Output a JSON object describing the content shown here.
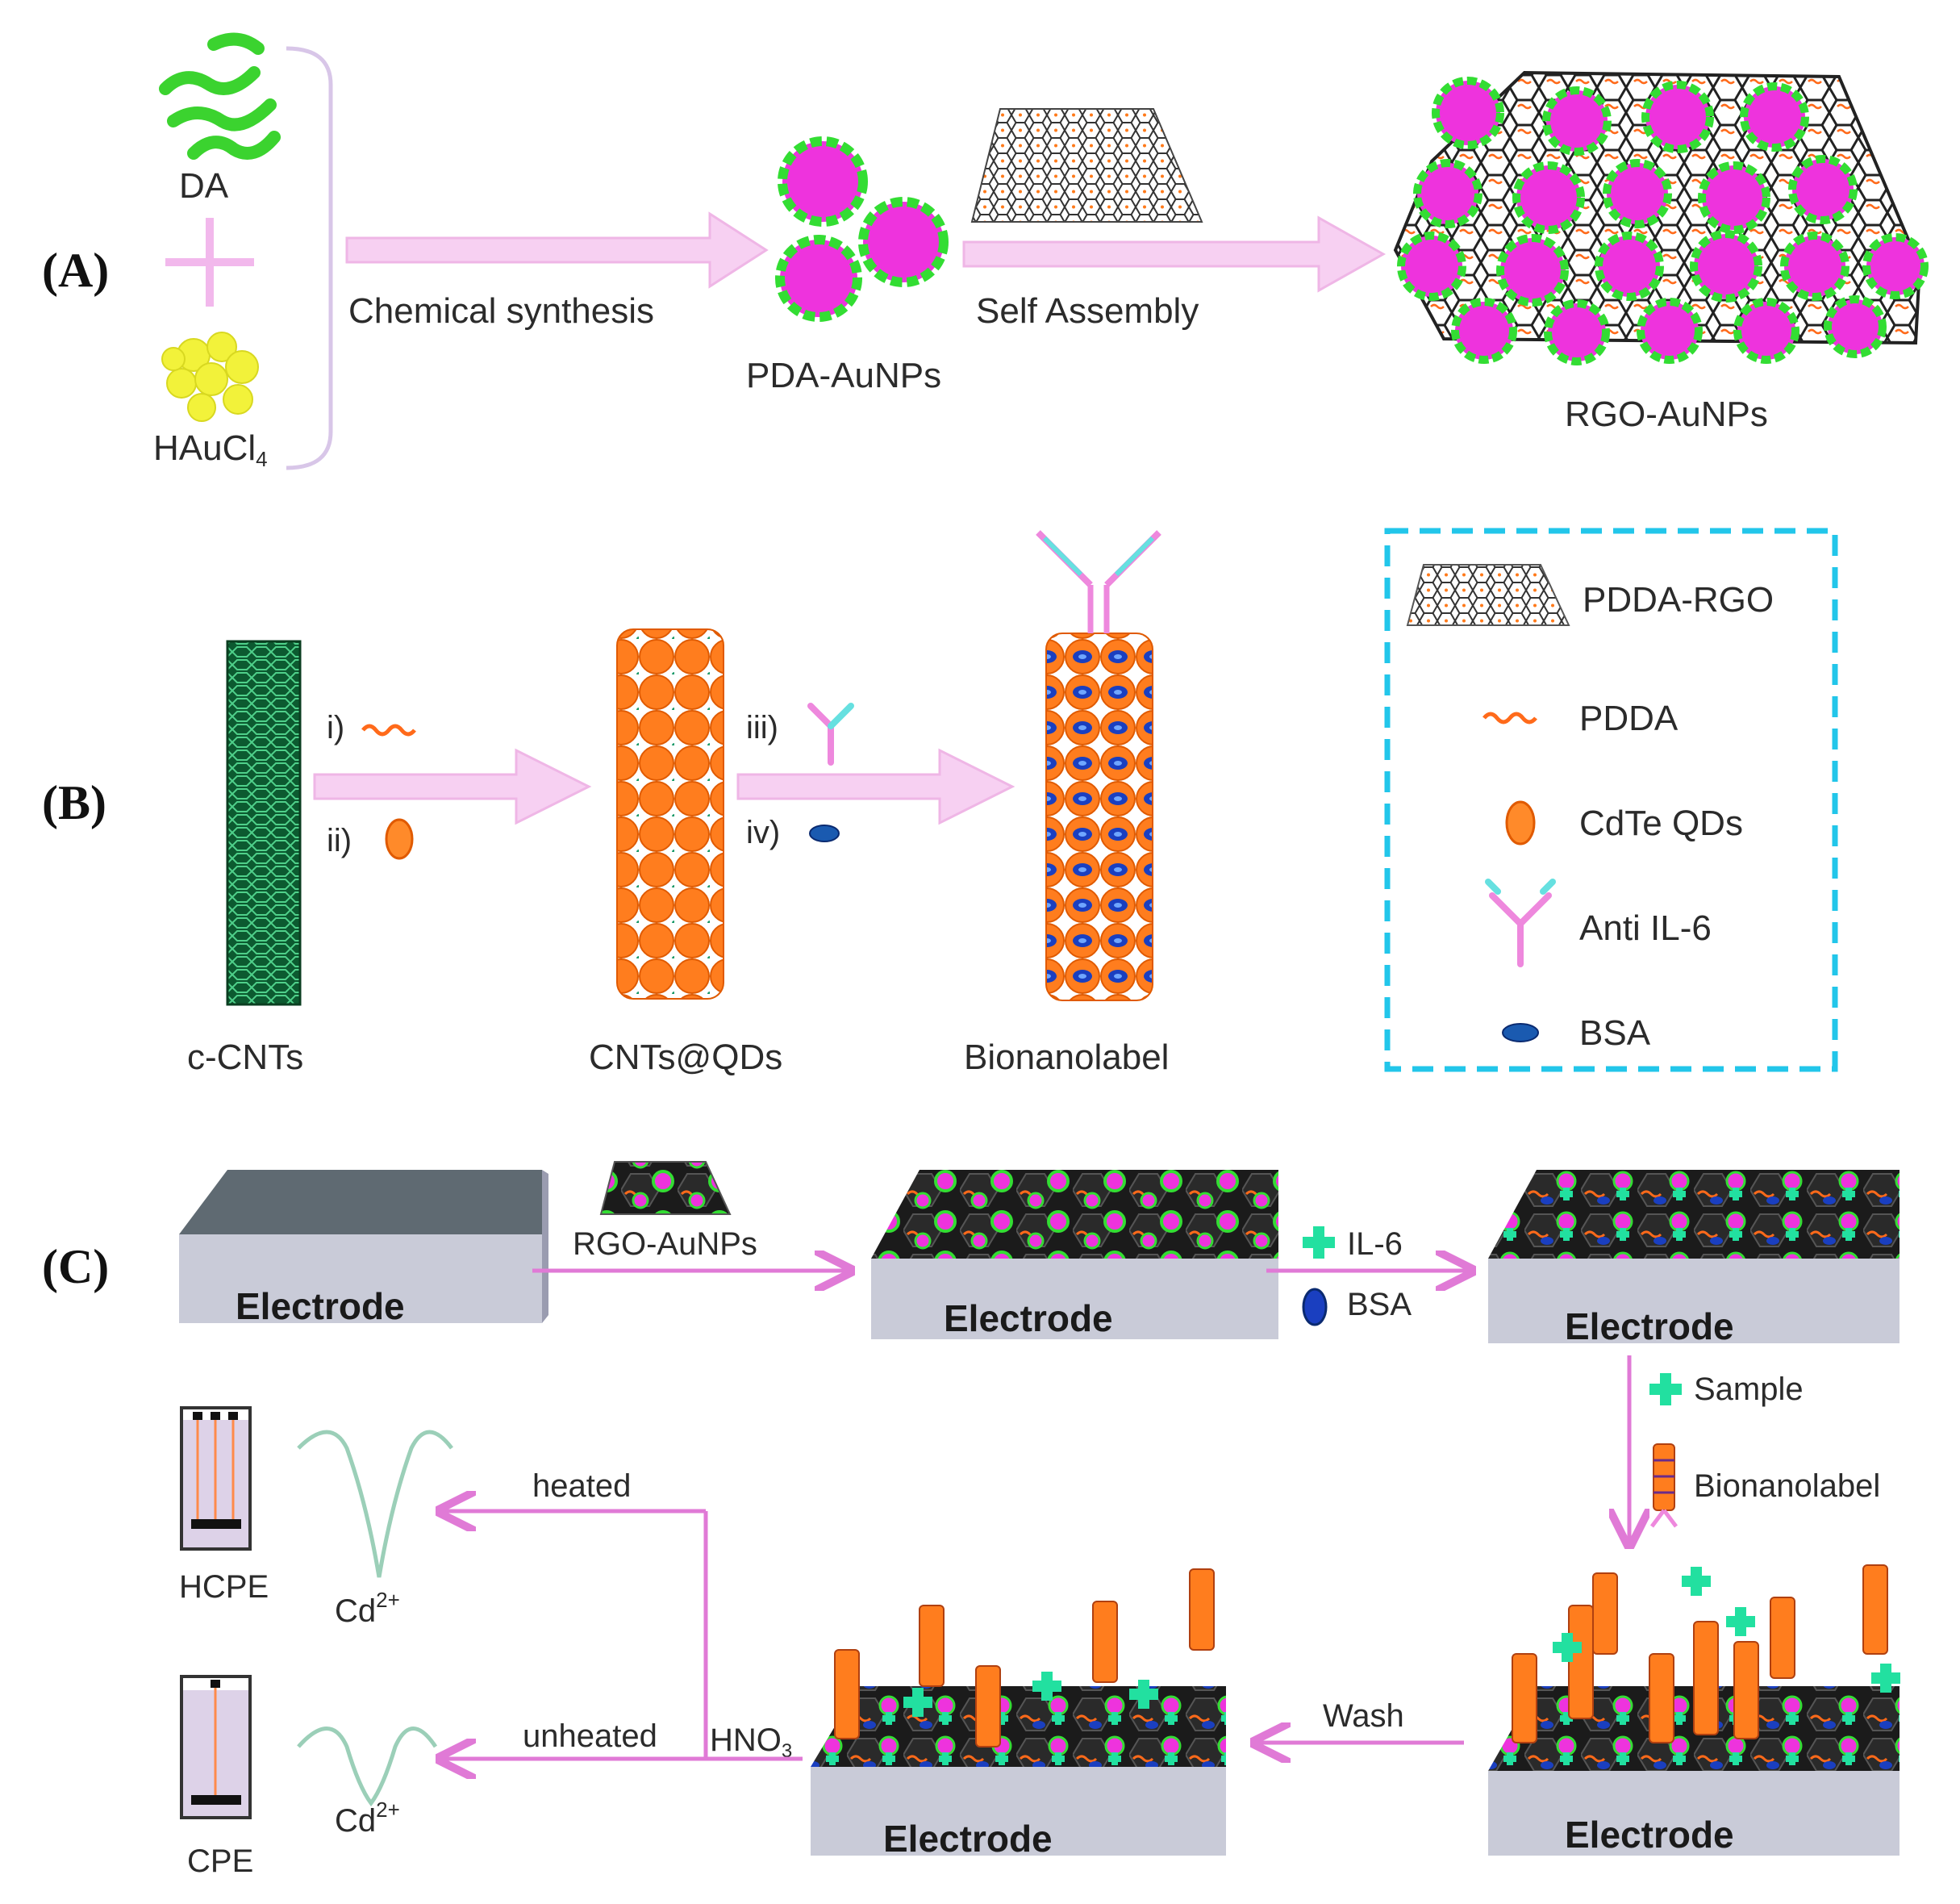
{
  "panels": {
    "a": "(A)",
    "b": "(B)",
    "c": "(C)"
  },
  "section_a": {
    "da": "DA",
    "haucl4": "HAuCl",
    "haucl4_sub": "4",
    "chemical_synthesis": "Chemical synthesis",
    "pda_aunps": "PDA-AuNPs",
    "self_assembly": "Self Assembly",
    "rgo_aunps": "RGO-AuNPs"
  },
  "section_b": {
    "step_i": "i)",
    "step_ii": "ii)",
    "step_iii": "iii)",
    "step_iv": "iv)",
    "c_cnts": "c-CNTs",
    "cnts_qds": "CNTs@QDs",
    "bionanolabel": "Bionanolabel"
  },
  "legend": {
    "pdda_rgo": "PDDA-RGO",
    "pdda": "PDDA",
    "cdte_qds": "CdTe QDs",
    "anti_il6": "Anti IL-6",
    "bsa": "BSA"
  },
  "section_c": {
    "electrode": "Electrode",
    "rgo_aunps": "RGO-AuNPs",
    "il6": "IL-6",
    "bsa": "BSA",
    "sample": "Sample",
    "bionanolabel": "Bionanolabel",
    "wash": "Wash",
    "hno3": "HNO",
    "hno3_sub": "3",
    "heated": "heated",
    "unheated": "unheated",
    "hcpe": "HCPE",
    "cpe": "CPE",
    "cd": "Cd",
    "cd_sup": "2+"
  },
  "colors": {
    "arrow": "#f2b8ec",
    "arrow_line": "#e07ad6",
    "gold_np": "#ee33dd",
    "pda_shell": "#33dd33",
    "qd_orange": "#ff7a1a",
    "cnt_green": "#0f6b3a",
    "legend_border": "#22c6ea",
    "il6_cross": "#22e0a0",
    "bsa_blue": "#1a3fc0",
    "antibody_pink": "#ee88dd",
    "antibody_cyan": "#66e0e0",
    "electrode_top": "#5f6a72",
    "electrode_side": "#c9cbd8"
  },
  "icons": [
    "dopamine-strand-icon",
    "haucl4-cluster-icon",
    "gold-nanoparticle-icon",
    "graphene-sheet-icon",
    "carbon-nanotube-icon",
    "quantum-dot-icon",
    "antibody-icon",
    "bsa-icon",
    "pdda-icon",
    "il6-antigen-icon",
    "electrode-icon",
    "electrode-cell-icon",
    "voltammetry-peak-icon"
  ]
}
